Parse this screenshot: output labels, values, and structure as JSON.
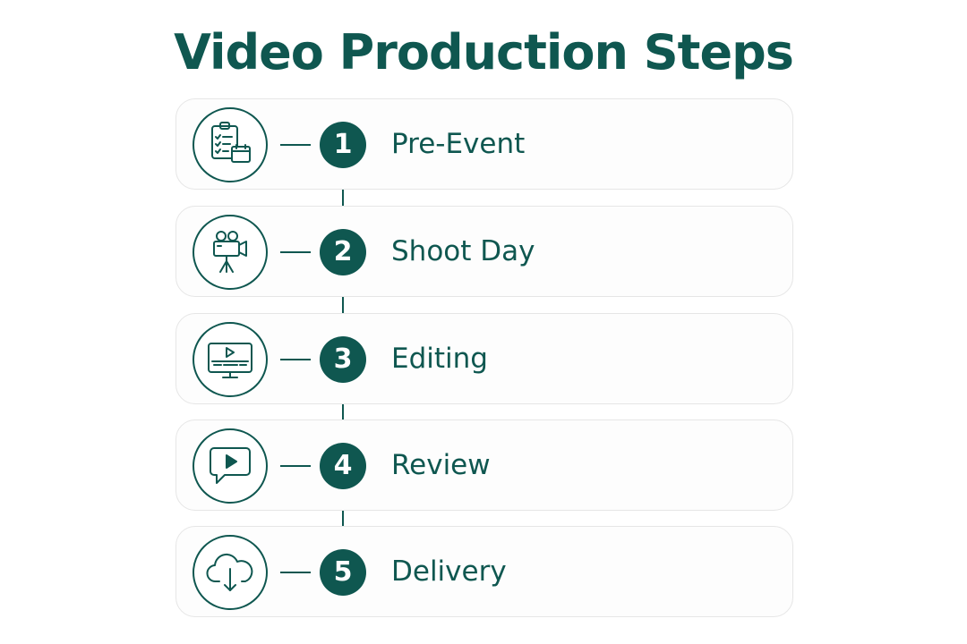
{
  "title": "Video Production Steps",
  "accent_color": "#0f5750",
  "steps": [
    {
      "number": "1",
      "label": "Pre-Event",
      "icon": "clipboard-checklist-calendar-icon"
    },
    {
      "number": "2",
      "label": "Shoot Day",
      "icon": "video-camera-tripod-icon"
    },
    {
      "number": "3",
      "label": "Editing",
      "icon": "monitor-video-timeline-icon"
    },
    {
      "number": "4",
      "label": "Review",
      "icon": "play-speech-bubble-icon"
    },
    {
      "number": "5",
      "label": "Delivery",
      "icon": "cloud-download-icon"
    }
  ]
}
